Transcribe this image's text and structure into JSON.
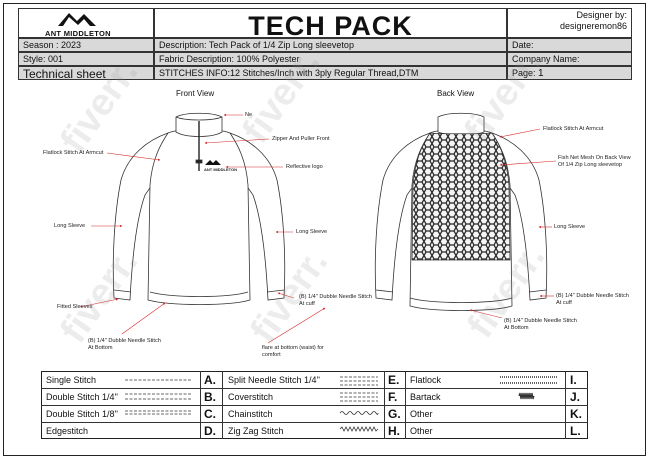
{
  "header": {
    "brand": "ANT MIDDLETON",
    "title": "TECH PACK",
    "designer_label": "Designer by:",
    "designer_name": "designeremon86",
    "season": "Season : 2023",
    "style": "Style: 001",
    "sheet": "Technical sheet",
    "description": "Description: Tech Pack of 1/4 Zip Long sleevetop",
    "fabric": "Fabric Description:  100% Polyester",
    "stitches": "STITCHES INFO:12 Stitches/Inch with 3ply Regular Thread,DTM",
    "date": "Date:",
    "company": "Company Name:",
    "page_label": "Page:",
    "page_no": "1"
  },
  "views": {
    "front": "Front View",
    "back": "Back View"
  },
  "notes": {
    "neck": "Ne",
    "zipper": "Zipper And Puller  Front",
    "flatlock_front": "Flatlock Stitch At Armcut",
    "reflective": "Reflective logo",
    "chest_logo": "ANT MIDDLETON",
    "long_sleeve_left": "Long Sleeve",
    "long_sleeve_front": "Long Sleeve",
    "cuff_front": "(B) 1/4\" Dubble Needle Stitch\nAt cuff",
    "fitted_sleeves": "Fitted Sleeves",
    "bottom_front": "(B) 1/4\" Dubble Needle Stitch\nAt Bottom",
    "flare": "flare at bottom (waist) for\ncomfort",
    "flatlock_back": "Flatlock Stitch At Armcut",
    "mesh": "Fish Net Mesh On Back View\nOf 1/4 Zip Long sleevetop",
    "long_sleeve_back": "Long Sleeve",
    "cuff_back": "(B) 1/4\" Dubble Needle Stitch\nAt cuff",
    "bottom_back": "(B) 1/4\" Dubble Needle Stitch\nAt Bottom"
  },
  "watermark": "fiverr.",
  "legend": [
    {
      "label": "Single Stitch",
      "letter": "A."
    },
    {
      "label": "Double Stitch 1/4''",
      "letter": "B."
    },
    {
      "label": "Double Stitch 1/8''",
      "letter": "C."
    },
    {
      "label": "Edgestitch",
      "letter": "D."
    },
    {
      "label": "Split Needle Stitch 1/4''",
      "letter": "E."
    },
    {
      "label": "Coverstitch",
      "letter": "F."
    },
    {
      "label": "Chainstitch",
      "letter": "G."
    },
    {
      "label": "Zig Zag Stitch",
      "letter": "H."
    },
    {
      "label": "Flatlock",
      "letter": "I."
    },
    {
      "label": "Bartack",
      "letter": "J."
    },
    {
      "label": "Other",
      "letter": "K."
    },
    {
      "label": "Other",
      "letter": "L."
    }
  ],
  "colors": {
    "header_gray": "#d9d9d9",
    "arrow_red": "#d62828",
    "mesh": "#333333"
  }
}
